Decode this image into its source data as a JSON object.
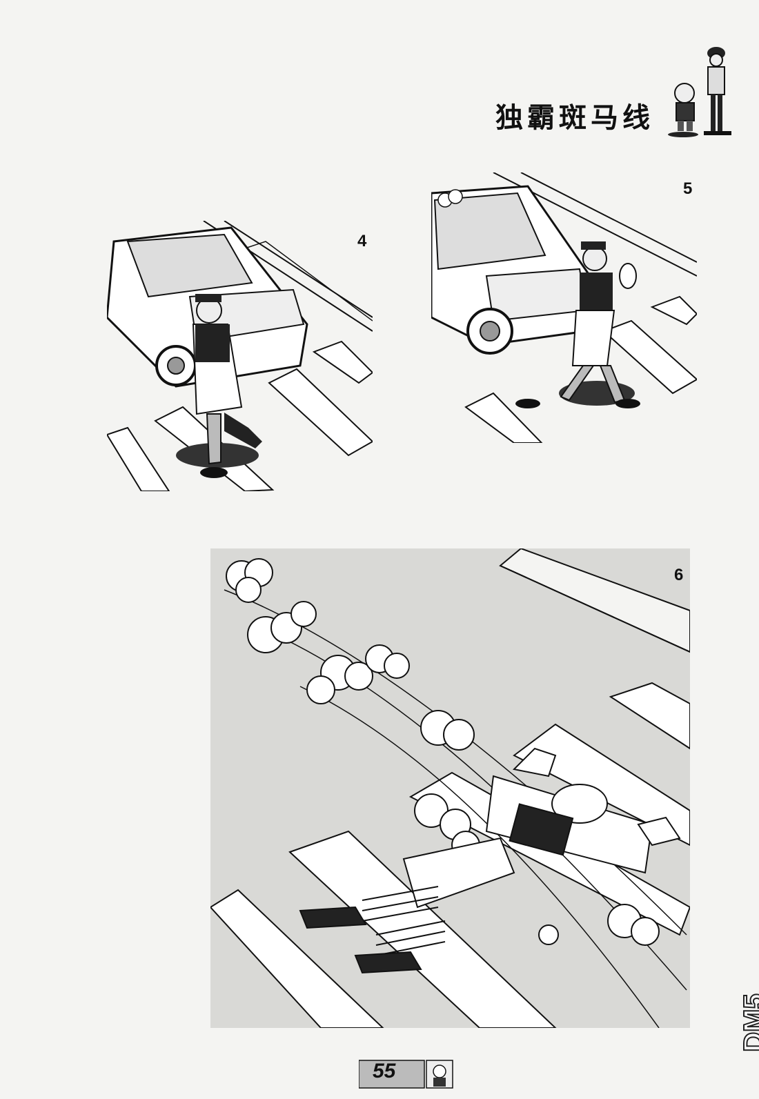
{
  "title": "独霸斑马线",
  "panels": [
    {
      "number": "4"
    },
    {
      "number": "5"
    },
    {
      "number": "6"
    }
  ],
  "page_number": "55",
  "watermark": "DM5"
}
